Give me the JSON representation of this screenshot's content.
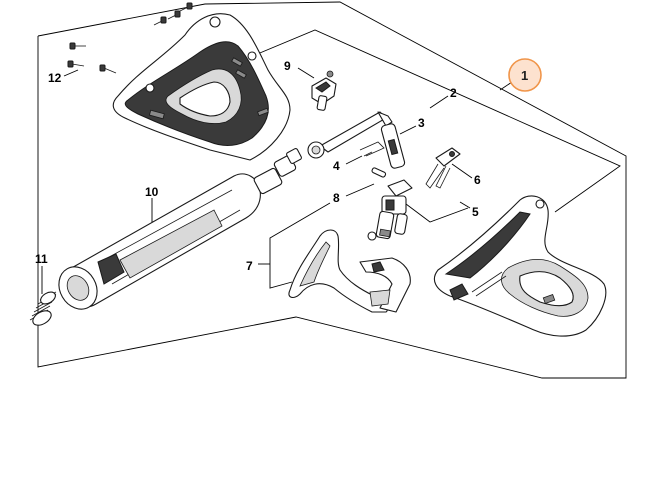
{
  "labels": {
    "p1": "1",
    "p2": "2",
    "p3": "3",
    "p4": "4",
    "p5": "5",
    "p6": "6",
    "p7": "7",
    "p8": "8",
    "p9": "9",
    "p10": "10",
    "p11": "11",
    "p12": "12"
  },
  "colors": {
    "highlight_fill": "#fde2cf",
    "highlight_stroke": "#f0954a"
  }
}
